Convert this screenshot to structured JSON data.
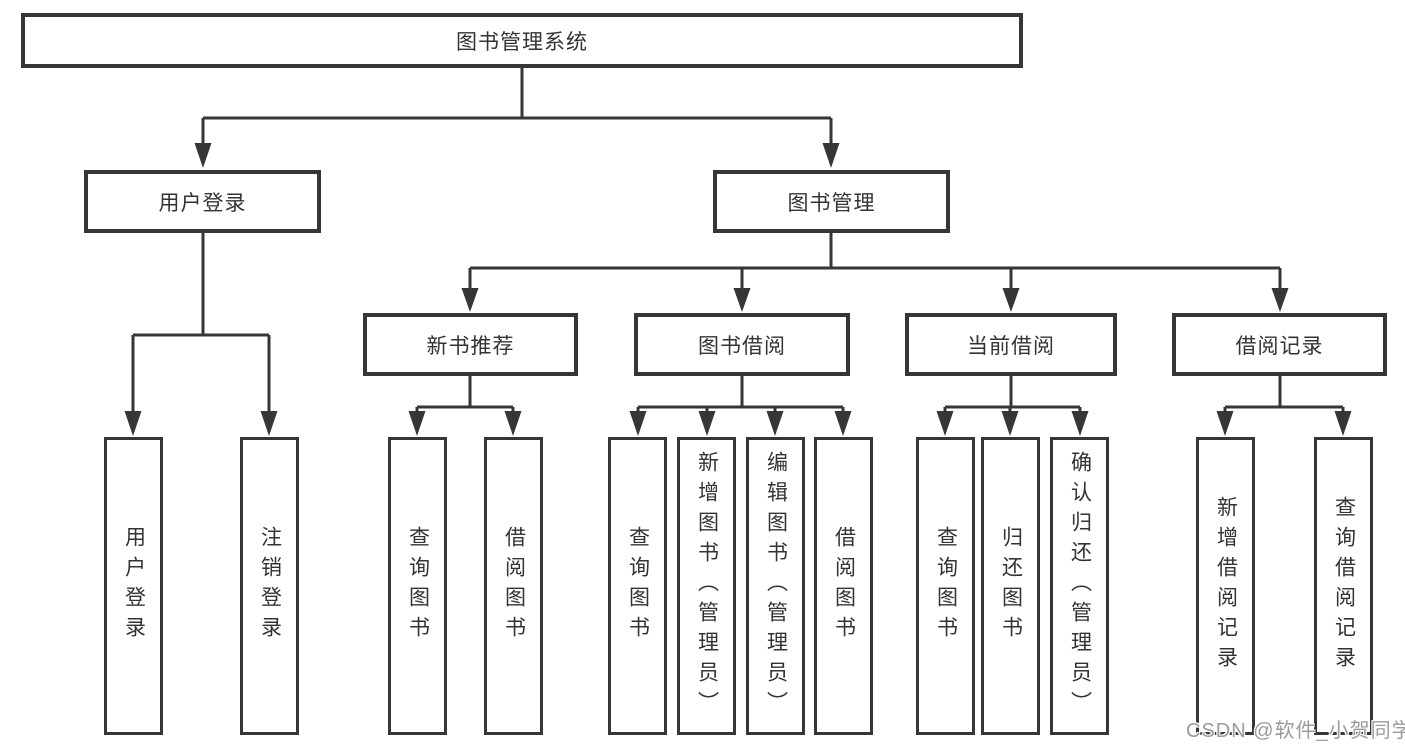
{
  "diagram": {
    "title": "图书管理系统",
    "nodes": {
      "root": "图书管理系统",
      "l1": [
        "用户登录",
        "图书管理"
      ],
      "l2": [
        "新书推荐",
        "图书借阅",
        "当前借阅",
        "借阅记录"
      ],
      "leaves": [
        "用户登录",
        "注销登录",
        "查询图书",
        "借阅图书",
        "查询图书",
        "新增图书（管理员）",
        "编辑图书（管理员）",
        "借阅图书",
        "查询图书",
        "归还图书",
        "确认归还（管理员）",
        "新增借阅记录",
        "查询借阅记录"
      ]
    },
    "hierarchy": {
      "图书管理系统": {
        "用户登录": [
          "用户登录",
          "注销登录"
        ],
        "图书管理": {
          "新书推荐": [
            "查询图书",
            "借阅图书"
          ],
          "图书借阅": [
            "查询图书",
            "新增图书（管理员）",
            "编辑图书（管理员）",
            "借阅图书"
          ],
          "当前借阅": [
            "查询图书",
            "归还图书",
            "确认归还（管理员）"
          ],
          "借阅记录": [
            "新增借阅记录",
            "查询借阅记录"
          ]
        }
      }
    },
    "watermark": "CSDN @软件_小贺同学",
    "colors": {
      "line": "#363636",
      "box_border": "#363636",
      "text": "#333333",
      "watermark": "#9b9b9b",
      "background": "#ffffff"
    }
  }
}
